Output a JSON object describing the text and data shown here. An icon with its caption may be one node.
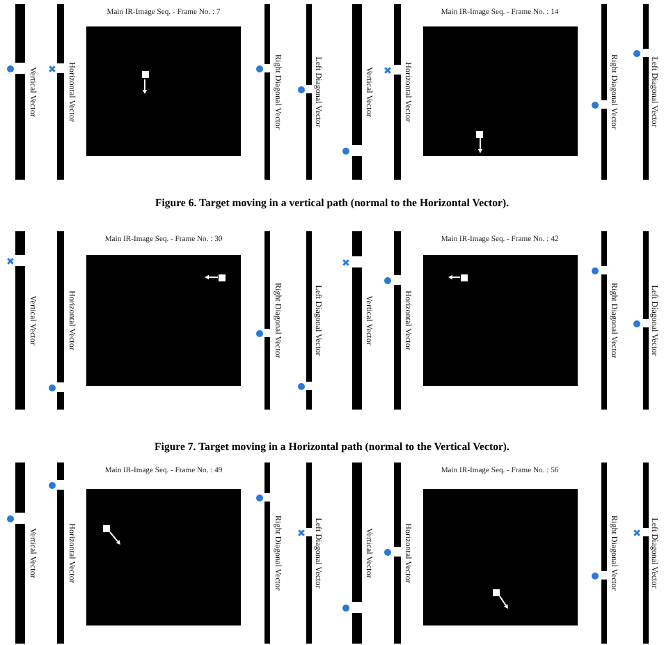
{
  "diagram": {
    "nodes": [
      {
        "text": [
          "Vertical Vector"
        ]
      },
      {
        "text": [
          "Horizontal Vector"
        ]
      },
      {
        "text": [
          "Main IR-Image Seq. - Frame No. : 7"
        ]
      },
      {
        "text": [
          "Right Diagonal Vector"
        ]
      },
      {
        "text": [
          "Left Diagonal Vector"
        ]
      },
      {
        "text": [
          "Vertical Vector"
        ]
      },
      {
        "text": [
          "Horizontal Vector"
        ]
      },
      {
        "text": [
          "Main IR-Image Seq. - Frame No. : 14"
        ]
      },
      {
        "text": [
          "Right Diagonal Vector"
        ]
      },
      {
        "text": [
          "Left Diagonal Vector"
        ]
      },
      {
        "text": [
          "Vertical Vector"
        ]
      },
      {
        "text": [
          "Horizontal Vector"
        ]
      },
      {
        "text": [
          "Main IR-Image Seq. - Frame No. : 30"
        ]
      },
      {
        "text": [
          "Right Diagonal Vector"
        ]
      },
      {
        "text": [
          "Left Diagonal Vector"
        ]
      },
      {
        "text": [
          "Vertical Vector"
        ]
      },
      {
        "text": [
          "Horizontal Vector"
        ]
      },
      {
        "text": [
          "Main IR-Image Seq. - Frame No. : 42"
        ]
      },
      {
        "text": [
          "Right Diagonal Vector"
        ]
      },
      {
        "text": [
          "Left Diagonal Vector"
        ]
      },
      {
        "text": [
          "Vertical Vector"
        ]
      },
      {
        "text": [
          "Horizontal Vector"
        ]
      },
      {
        "text": [
          "Main IR-Image Seq. - Frame No. : 49"
        ]
      },
      {
        "text": [
          "Right Diagonal Vector"
        ]
      },
      {
        "text": [
          "Left Diagonal Vector"
        ]
      },
      {
        "text": [
          "Vertical Vector"
        ]
      },
      {
        "text": [
          "Horizontal Vector"
        ]
      },
      {
        "text": [
          "Main IR-Image Seq. - Frame No. : 56"
        ]
      },
      {
        "text": [
          "Right Diagonal Vector"
        ]
      },
      {
        "text": [
          "Left Diagonal Vector"
        ]
      }
    ],
    "labels": [
      "Figure 6. Target moving in a vertical path (normal to the Horizontal Vector).",
      "Figure 7. Target moving in a Horizontal path (normal to the Vertical Vector)."
    ]
  }
}
